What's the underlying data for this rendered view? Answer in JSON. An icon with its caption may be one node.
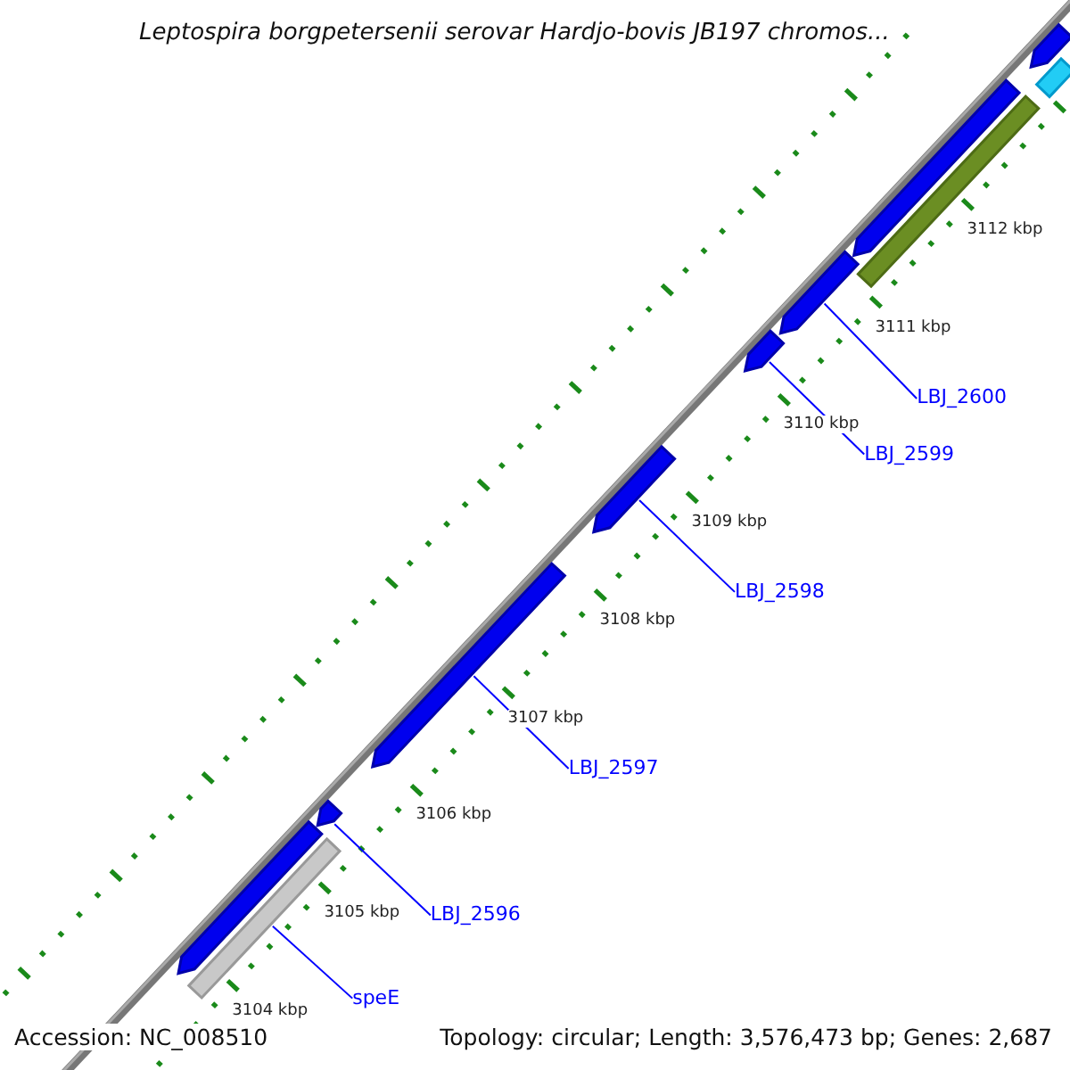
{
  "diagram": {
    "title": "Leptospira borgpetersenii serovar Hardjo-bovis JB197 chromos...",
    "nodes": [
      {
        "text": [
          "speE"
        ]
      },
      {
        "text": [
          "LBJ_2596"
        ]
      },
      {
        "text": [
          "LBJ_2597"
        ]
      },
      {
        "text": [
          "LBJ_2598"
        ]
      },
      {
        "text": [
          "LBJ_2599"
        ]
      },
      {
        "text": [
          "LBJ_2600"
        ]
      },
      {
        "text": [],
        "shape": "bar"
      },
      {
        "text": [],
        "shape": "arrow"
      },
      {
        "text": [],
        "shape": "arrow"
      },
      {
        "text": [],
        "shape": "arrow"
      },
      {
        "text": [],
        "shape": "arrow"
      },
      {
        "text": [],
        "shape": "arrow"
      },
      {
        "text": [],
        "shape": "arrow"
      },
      {
        "text": [],
        "shape": "bar"
      },
      {
        "text": [],
        "shape": "arrow"
      },
      {
        "text": [],
        "shape": "bar"
      },
      {
        "text": [],
        "shape": "arrow"
      }
    ],
    "edges": [
      {
        "from": 0,
        "to": 6,
        "arrow": "none"
      },
      {
        "from": 1,
        "to": 8,
        "arrow": "none"
      },
      {
        "from": 2,
        "to": 9,
        "arrow": "none"
      },
      {
        "from": 3,
        "to": 10,
        "arrow": "none"
      },
      {
        "from": 4,
        "to": 11,
        "arrow": "none"
      },
      {
        "from": 5,
        "to": 12,
        "arrow": "none"
      }
    ],
    "labels": [
      "3112 kbp",
      "3111 kbp",
      "3110 kbp",
      "3109 kbp",
      "3108 kbp",
      "3107 kbp",
      "3106 kbp",
      "3105 kbp",
      "3104 kbp",
      "Accession: NC_008510",
      "Topology: circular; Length: 3,576,473 bp; Genes: 2,687"
    ]
  }
}
